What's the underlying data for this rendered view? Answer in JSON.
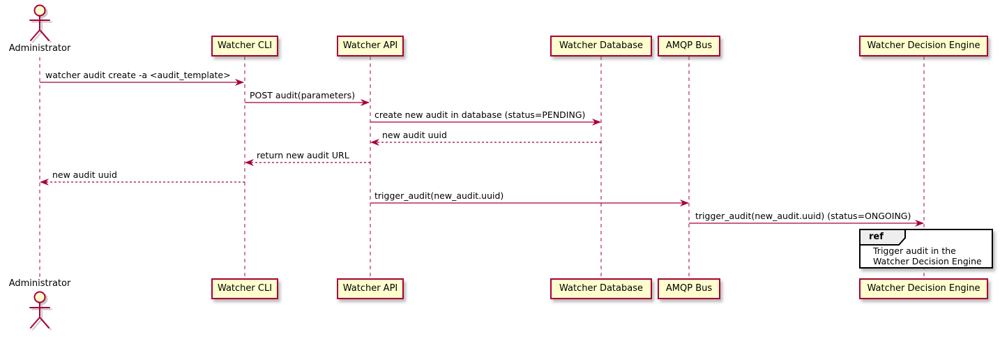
{
  "actor": {
    "label": "Administrator"
  },
  "participants": [
    {
      "label": "Watcher CLI"
    },
    {
      "label": "Watcher API"
    },
    {
      "label": "Watcher Database"
    },
    {
      "label": "AMQP Bus"
    },
    {
      "label": "Watcher Decision Engine"
    }
  ],
  "messages": [
    {
      "from": "Administrator",
      "to": "Watcher CLI",
      "label": "watcher audit create -a <audit_template>",
      "line": "solid"
    },
    {
      "from": "Watcher CLI",
      "to": "Watcher API",
      "label": "POST audit(parameters)",
      "line": "solid"
    },
    {
      "from": "Watcher API",
      "to": "Watcher Database",
      "label": "create new audit in database (status=PENDING)",
      "line": "solid"
    },
    {
      "from": "Watcher Database",
      "to": "Watcher API",
      "label": "new audit uuid",
      "line": "dashed"
    },
    {
      "from": "Watcher API",
      "to": "Watcher CLI",
      "label": "return new audit URL",
      "line": "dashed"
    },
    {
      "from": "Watcher CLI",
      "to": "Administrator",
      "label": "new audit uuid",
      "line": "dashed"
    },
    {
      "from": "Watcher API",
      "to": "AMQP Bus",
      "label": "trigger_audit(new_audit.uuid)",
      "line": "solid"
    },
    {
      "from": "AMQP Bus",
      "to": "Watcher Decision Engine",
      "label": "trigger_audit(new_audit.uuid) (status=ONGOING)",
      "line": "solid"
    }
  ],
  "ref": {
    "keyword": "ref",
    "over": "Watcher Decision Engine",
    "line1": "Trigger audit in the",
    "line2": "Watcher Decision Engine"
  },
  "colors": {
    "participant_fill": "#FEFECE",
    "participant_border": "#A80036",
    "message_line": "#A80036",
    "lifeline": "#A80036",
    "text": "#000000",
    "ref_border": "#000000",
    "ref_fill": "#FFFFFF",
    "ref_header_fill": "#EEEEEE",
    "background": "#FFFFFF"
  }
}
